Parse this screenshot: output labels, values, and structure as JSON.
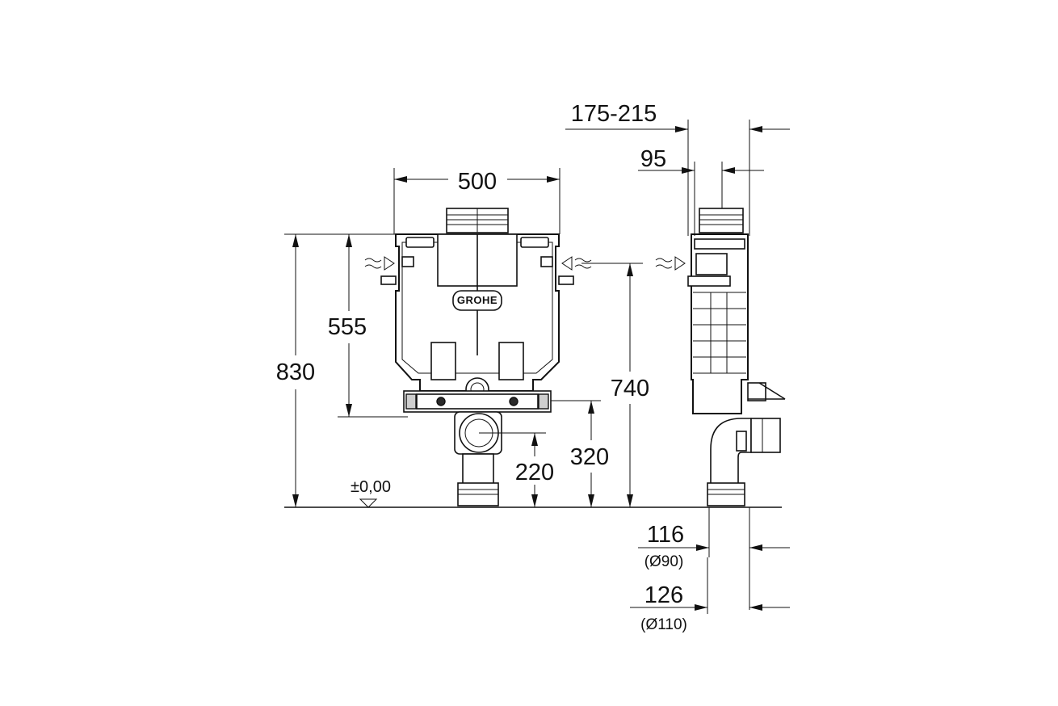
{
  "brand": {
    "logo_text": "GROHE"
  },
  "dimensions": {
    "frame_width": "500",
    "depth_range": "175-215",
    "depth_frame": "95",
    "height_total": "830",
    "height_inlet": "555",
    "height_actuation": "740",
    "height_bracket": "320",
    "height_drain": "220",
    "floor_level": "±0,00",
    "offset_drain_90": "116",
    "pipe_dia_90": "(Ø90)",
    "offset_drain_110": "126",
    "pipe_dia_110": "(Ø110)"
  },
  "icons": {
    "water_inlet": "water-inlet-symbol-icon",
    "floor_level": "floor-level-marker-icon"
  }
}
